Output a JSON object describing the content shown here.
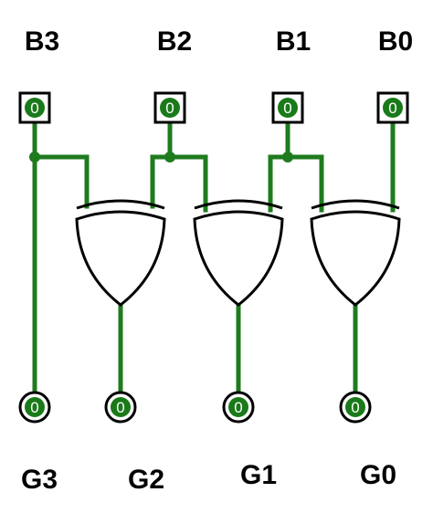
{
  "circuit": {
    "title": "",
    "colors": {
      "wire": "#1e7b1e",
      "pin_fill": "#1a7a1a",
      "pin_text": "#ffffff",
      "outline": "#000000",
      "background": "#ffffff"
    },
    "inputs": [
      {
        "id": "B3",
        "label": "B3",
        "value": "0"
      },
      {
        "id": "B2",
        "label": "B2",
        "value": "0"
      },
      {
        "id": "B1",
        "label": "B1",
        "value": "0"
      },
      {
        "id": "B0",
        "label": "B0",
        "value": "0"
      }
    ],
    "outputs": [
      {
        "id": "G3",
        "label": "G3",
        "value": "0"
      },
      {
        "id": "G2",
        "label": "G2",
        "value": "0"
      },
      {
        "id": "G1",
        "label": "G1",
        "value": "0"
      },
      {
        "id": "G0",
        "label": "G0",
        "value": "0"
      }
    ],
    "gates": [
      {
        "id": "xor-g2",
        "type": "xor",
        "inputs": [
          "B3",
          "B2"
        ],
        "output": "G2"
      },
      {
        "id": "xor-g1",
        "type": "xor",
        "inputs": [
          "B2",
          "B1"
        ],
        "output": "G1"
      },
      {
        "id": "xor-g0",
        "type": "xor",
        "inputs": [
          "B1",
          "B0"
        ],
        "output": "G0"
      }
    ],
    "direct_connections": [
      {
        "from": "B3",
        "to": "G3"
      }
    ]
  }
}
